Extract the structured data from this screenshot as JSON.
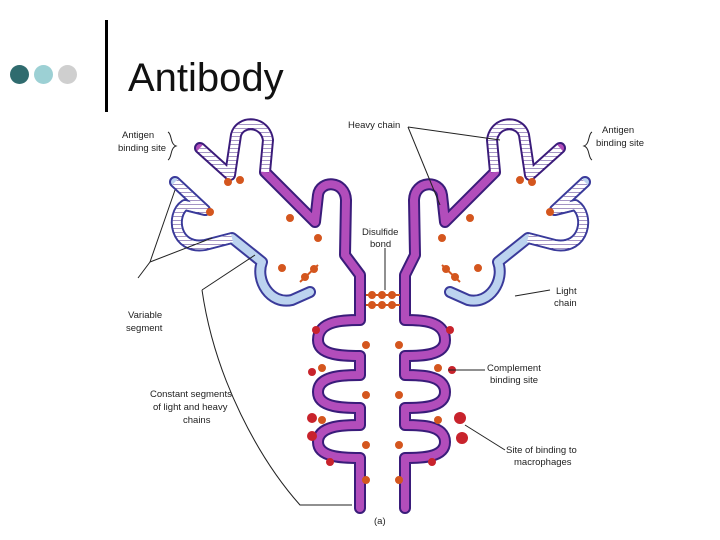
{
  "slide": {
    "title": "Antibody",
    "bullet_colors": [
      "#2f6b6e",
      "#9cd0d4",
      "#cfcfcf"
    ]
  },
  "diagram": {
    "labels": {
      "antigen_site_left": [
        "Antigen",
        "binding site"
      ],
      "antigen_site_right": [
        "Antigen",
        "binding site"
      ],
      "heavy_chain": [
        "Heavy chain"
      ],
      "disulfide_bond": [
        "Disulfide",
        "bond"
      ],
      "light_chain": [
        "Light",
        "chain"
      ],
      "variable_segment": [
        "Variable",
        "segment"
      ],
      "constant_segments": [
        "Constant segments",
        "of light and heavy",
        "chains"
      ],
      "complement_site": [
        "Complement",
        "binding site"
      ],
      "macrophage_site": [
        "Site of binding to",
        "macrophages"
      ],
      "panel": [
        "(a)"
      ]
    },
    "colors": {
      "heavy_chain": "#b24dbb",
      "heavy_outline": "#3a1c7a",
      "light_chain": "#bcd3ef",
      "light_outline": "#3a3a9a",
      "disulfide": "#d4561e",
      "carbohydrate": "#c8232c"
    }
  }
}
